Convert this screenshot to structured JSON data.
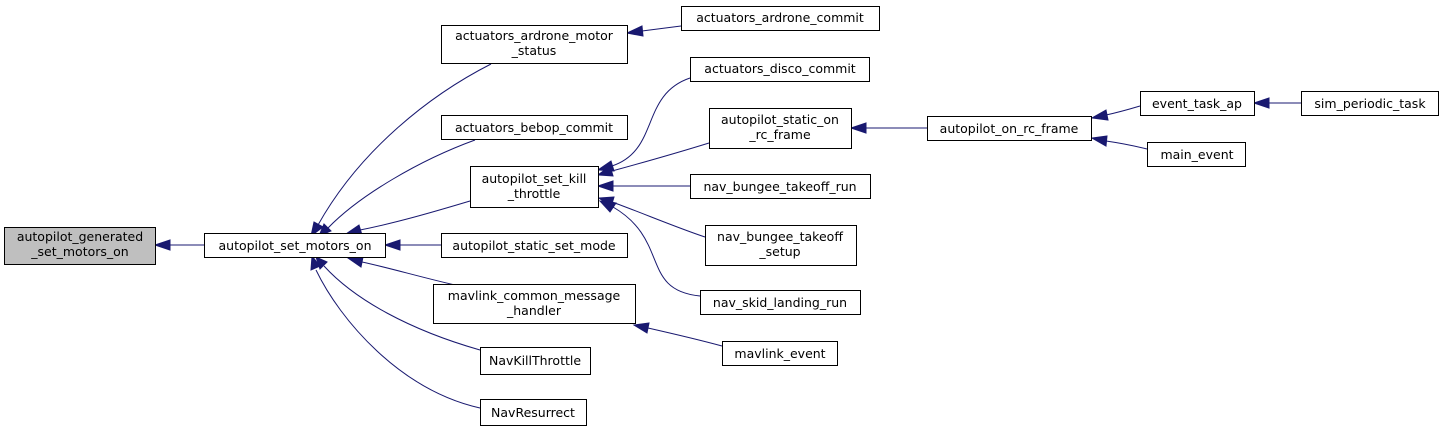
{
  "colors": {
    "edge": "#191970",
    "node_fill": "#ffffff",
    "root_fill": "#bfbfbf",
    "border": "#000000"
  },
  "nodes": {
    "root": [
      "autopilot_generated",
      "_set_motors_on"
    ],
    "set_motors_on": [
      "autopilot_set_motors_on"
    ],
    "ardrone_motor_status": [
      "actuators_ardrone_motor",
      "_status"
    ],
    "ardrone_commit": [
      "actuators_ardrone_commit"
    ],
    "bebop_commit": [
      "actuators_bebop_commit"
    ],
    "disco_commit": [
      "actuators_disco_commit"
    ],
    "set_kill_throttle": [
      "autopilot_set_kill",
      "_throttle"
    ],
    "static_on_rc_frame": [
      "autopilot_static_on",
      "_rc_frame"
    ],
    "on_rc_frame": [
      "autopilot_on_rc_frame"
    ],
    "event_task_ap": [
      "event_task_ap"
    ],
    "sim_periodic_task": [
      "sim_periodic_task"
    ],
    "main_event": [
      "main_event"
    ],
    "bungee_takeoff_run": [
      "nav_bungee_takeoff_run"
    ],
    "bungee_takeoff_setup": [
      "nav_bungee_takeoff",
      "_setup"
    ],
    "static_set_mode": [
      "autopilot_static_set_mode"
    ],
    "skid_landing_run": [
      "nav_skid_landing_run"
    ],
    "mavlink_common_handler": [
      "mavlink_common_message",
      "_handler"
    ],
    "mavlink_event": [
      "mavlink_event"
    ],
    "nav_kill_throttle": [
      "NavKillThrottle"
    ],
    "nav_resurrect": [
      "NavResurrect"
    ]
  }
}
